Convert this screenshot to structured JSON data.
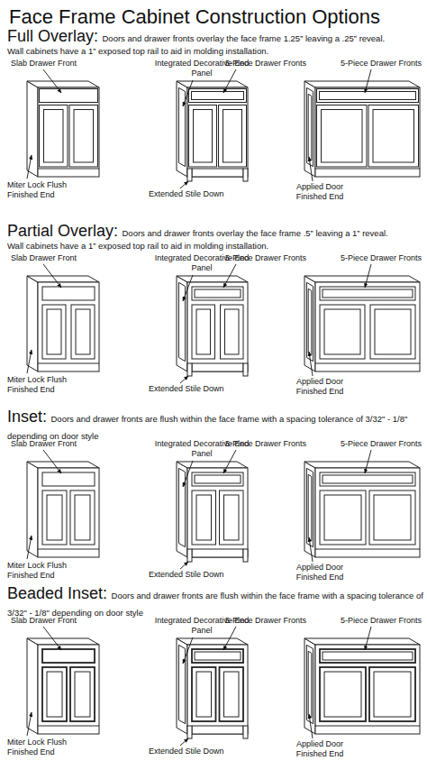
{
  "diagram": {
    "title": "Face Frame Cabinet Construction Options",
    "labels": [
      "Full Overlay:",
      "Doors and drawer fronts overlay the face frame 1.25” leaving a .25” reveal.",
      "Wall cabinets have a 1” exposed top rail to aid in molding installation.",
      "Slab Drawer Front",
      "Integrated Decorative End Panel",
      "5-Piece Drawer Fronts",
      "5-Piece Drawer Fronts",
      "Miter Lock Flush Finished End",
      "Extended Stile Down",
      "Applied Door Finished End",
      "Partial Overlay:",
      "Doors and drawer fronts overlay the face frame .5” leaving a 1” reveal.",
      "Wall cabinets have a 1” exposed top rail to aid in molding installation.",
      "Slab Drawer Front",
      "Integrated Decorative End Panel",
      "5-Piece Drawer Fronts",
      "5-Piece Drawer Fronts",
      "Miter Lock Flush Finished End",
      "Extended Stile Down",
      "Applied Door Finished End",
      "Inset:",
      "Doors and drawer fronts are flush within the face frame with a spacing tolerance of 3/32\" - 1/8\" depending on door style",
      "Slab Drawer Front",
      "Integrated Decorative End Panel",
      "5-Piece Drawer Fronts",
      "5-Piece Drawer Fronts",
      "Miter Lock Flush Finished End",
      "Extended Stile Down",
      "Applied Door Finished End",
      "Beaded Inset:",
      "Doors and drawer fronts are flush within the face frame with a spacing tolerance of 3/32\" - 1/8\" depending on door style",
      "Slab Drawer Front",
      "Integrated Decorative End Panel",
      "5-Piece Drawer Fronts",
      "5-Piece Drawer Fronts",
      "Miter Lock Flush Finished End",
      "Extended Stile Down",
      "Applied Door Finished End"
    ]
  }
}
